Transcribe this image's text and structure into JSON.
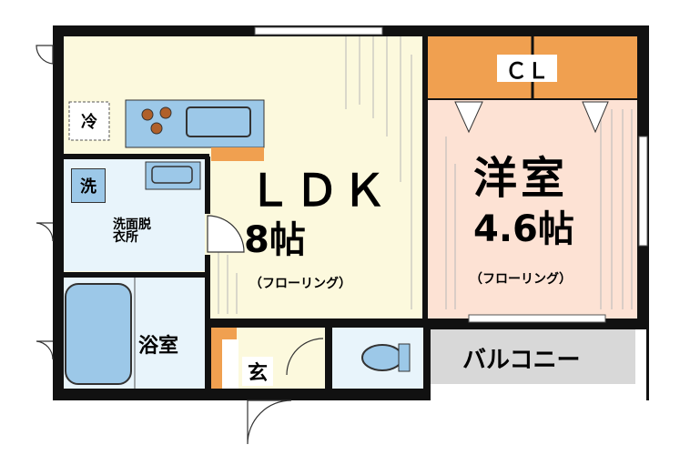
{
  "rooms": {
    "ldk": {
      "name": "ＬＤＫ",
      "size": "8帖",
      "floor": "（フローリング）"
    },
    "western": {
      "name": "洋室",
      "size": "4.6帖",
      "floor": "（フローリング）"
    },
    "closet": "ＣＬ",
    "washroom": "洗面脱\n衣所",
    "washer": "洗",
    "fridge": "冷",
    "bath": "浴室",
    "entrance": "玄",
    "balcony": "バルコニー"
  },
  "colors": {
    "ldk_floor": "#fcf9dd",
    "western_floor": "#fde2d4",
    "closet": "#f0a050",
    "wet_area": "#e8f4fb",
    "fixture_blue": "#9cc8e8",
    "balcony": "#d8d8d8",
    "wall": "#111111"
  }
}
